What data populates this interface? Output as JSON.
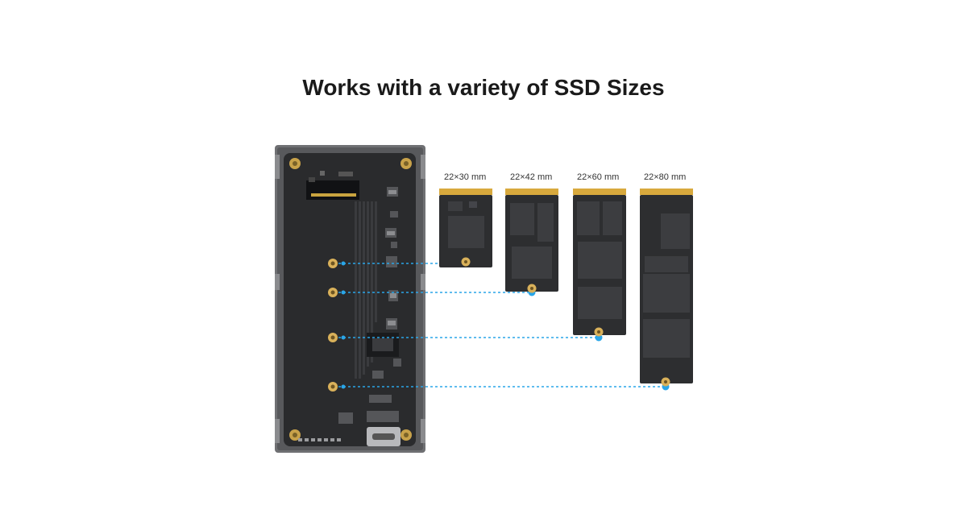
{
  "headline": "Works with a variety of SSD Sizes",
  "ssd_sizes": [
    {
      "label": "22×30 mm"
    },
    {
      "label": "22×42 mm"
    },
    {
      "label": "22×60 mm"
    },
    {
      "label": "22×80 mm"
    }
  ],
  "colors": {
    "enclosure_frame": "#6f7073",
    "pcb": "#2a2b2d",
    "ssd_board": "#2d2e30",
    "chip": "#3c3d40",
    "gold": "#d8a93d",
    "guide_line": "#2aa6e8",
    "mount_hole": "#d9b15a"
  }
}
